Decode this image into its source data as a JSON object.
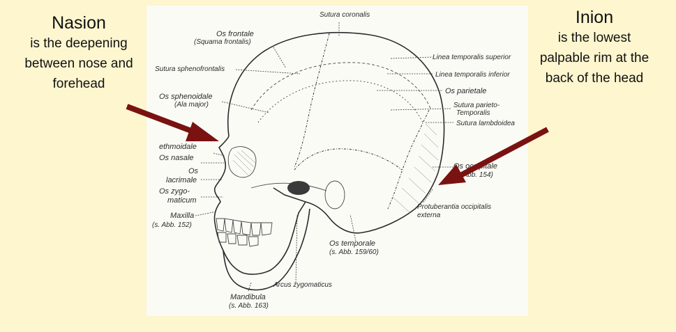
{
  "nasion_callout": {
    "title": "Nasion",
    "lines": [
      "is the deepening",
      "between nose and",
      "forehead"
    ]
  },
  "inion_callout": {
    "title": "Inion",
    "lines": [
      "is the lowest",
      "palpable rim at the",
      "back of the head"
    ]
  },
  "labels": {
    "sutura_coronalis": "Sutura coronalis",
    "os_frontale": "Os frontale",
    "squama_frontalis": "(Squama frontalis)",
    "sutura_sphenofrontalis": "Sutura sphenofrontalis",
    "os_sphenoidale": "Os sphenoidale",
    "ala_major": "(Ala major)",
    "ethmoidale": "ethmoidale",
    "os_nasale": "Os nasale",
    "os": "Os",
    "lacrimale": "lacrimale",
    "os_zygo": "Os zygo-",
    "maticum": "maticum",
    "maxilla": "Maxilla",
    "s_abb_152": "(s. Abb. 152)",
    "mandibula": "Mandibula",
    "s_abb_163": "(s. Abb. 163)",
    "arcus_zygomaticus": "Arcus zygomaticus",
    "os_temporale": "Os temporale",
    "s_abb_159_60": "(s. Abb. 159/60)",
    "linea_temporalis_superior": "Linea temporalis superior",
    "linea_temporalis_inferior": "Linea temporalis inferior",
    "os_parietale": "Os parietale",
    "sutura_parieto": "Sutura parieto-",
    "temporalis": "Temporalis",
    "sutura_lambdoidea": "Sutura lambdoidea",
    "os_occipitale": "Os occipitale",
    "s_abb_154": "(s. Abb. 154)",
    "protuberantia_occipitalis": "Protuberantia occipitalis",
    "externa": "externa"
  },
  "colors": {
    "background": "#fdf6cf",
    "arrow": "#7a1212",
    "skull_panel": "#fbfbf6"
  }
}
